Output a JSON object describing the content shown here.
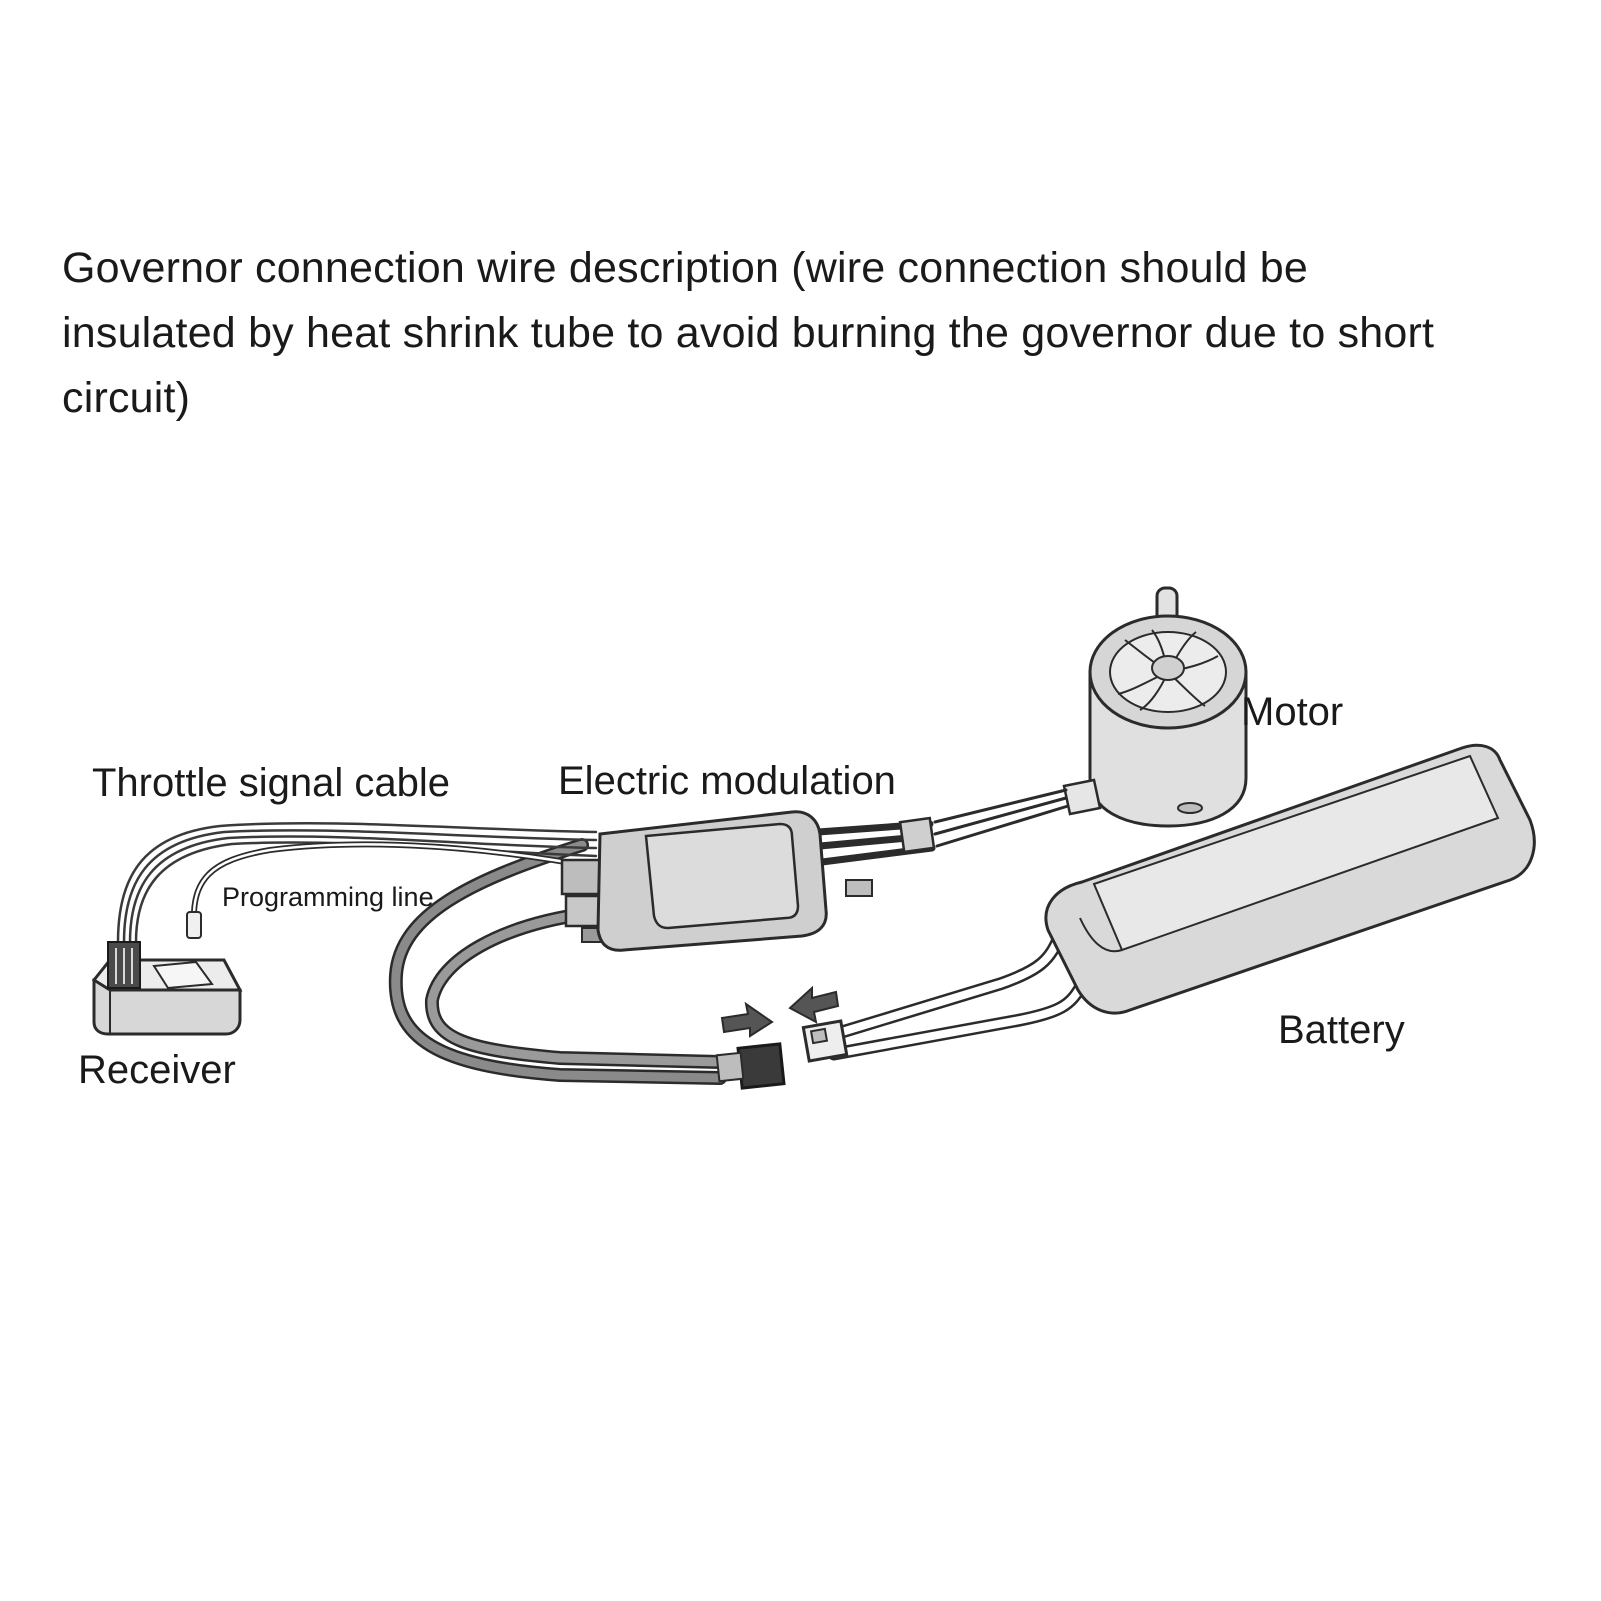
{
  "heading": {
    "text": "Governor connection wire description (wire connection should be insulated by heat shrink tube to avoid burning the governor due to short circuit)"
  },
  "labels": {
    "motor": "Motor",
    "throttle_signal_cable": "Throttle signal cable",
    "electric_modulation": "Electric modulation",
    "programming_line": "Programming line",
    "receiver": "Receiver",
    "battery": "Battery"
  },
  "colors": {
    "background": "#ffffff",
    "text": "#1a1a1a",
    "outline": "#2b2b2b",
    "fill_light": "#dedede",
    "fill_mid": "#c4c4c4",
    "wire": "#6f6f6f"
  }
}
